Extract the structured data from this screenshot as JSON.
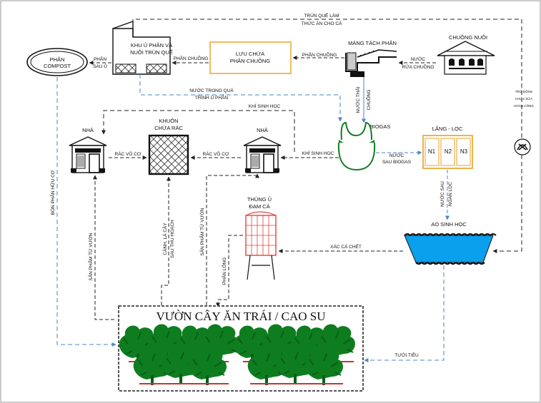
{
  "nodes": {
    "compost": [
      "PHÂN",
      "COMPOST"
    ],
    "trun_que": [
      "KHU  Ủ PHÂN VÀ",
      "NUÔI TRÙN QUẾ"
    ],
    "luu_chua": [
      "LƯU CHỨA",
      "PHÂN CHUỒNG"
    ],
    "mang_tach": "MÁNG TÁCH PHÂN",
    "chuong_nuoi": "CHUỒNG NUÔI",
    "nha_left": "NHÀ",
    "khuon_rac": [
      "KHUÔN",
      "CHỨA RÁC"
    ],
    "nha_right": "NHÀ",
    "biogas": "BIOGAS",
    "lang_loc": "LẮNG - LỌC",
    "n1": "N1",
    "n2": "N2",
    "n3": "N3",
    "thung_u": [
      "THÙNG Ủ",
      "ĐẠM CÁ"
    ],
    "ao_sinh_hoc": "AO SINH HỌC",
    "vuon": "VƯỜN CÂY ĂN TRÁI / CAO SU"
  },
  "labels": {
    "trun_que_lam": [
      "TRÙN QUẾ LÀM",
      "THỨC ĂN CHO CÁ"
    ],
    "phan_sau_u": [
      "PHÂN",
      "SAU Ủ"
    ],
    "phan_chuong_1": "PHÂN CHUỒNG",
    "phan_chuong_2": "PHÂN CHUỒNG",
    "nuoc_rua_chuong": [
      "NƯỚC",
      "RỬA CHUỒNG"
    ],
    "nuoc_trong_qua": [
      "NƯỚC TRONG QUÁ",
      "TRÌNH Ủ PHÂN"
    ],
    "nuoc_thai_chuong": [
      "NƯỚC THẢI",
      "CHUỒNG"
    ],
    "khi_sinh_hoc_top": "KHÍ SINH HỌC",
    "khi_sinh_hoc_mid": "KHÍ SINH HỌC",
    "rac_vo_co_1": "RÁC VÔ CƠ",
    "rac_vo_co_2": "RÁC VÔ CƠ",
    "nuoc_sau_biogas": [
      "NƯỚC",
      "SAU BIOGAS"
    ],
    "nuoc_sau_ngan_loc": [
      "NƯỚC SAU",
      "NGĂN LỌC"
    ],
    "bon_phan_huu_co": "BÓN PHÂN HỮU CƠ",
    "san_pham_tu_vuon_1": "SẢN PHẨM TỪ VƯỜN",
    "canh_la_cay": [
      "CÀNH, LÁ CÂY",
      "SAU THU HOẠCH"
    ],
    "san_pham_tu_vuon_2": "SẢN PHẨM TỪ VƯỜN",
    "phan_long": "PHÂN LỎNG",
    "xac_ca_chet": "XÁC CÁ CHẾT",
    "tuoi_tieu": "TƯỚI TIÊU",
    "tru_dong": [
      "TRỮ ĐỒNG",
      "CHỨA SỮA",
      "HOÀN CÔNG"
    ]
  },
  "colors": {
    "solid_arrow": "#222222",
    "blue_arrow": "#4a86c8",
    "water": "#0aa0ee",
    "tank": "#e8403c",
    "tree": "#0e7d1f",
    "lang_loc": "#e8a020"
  }
}
